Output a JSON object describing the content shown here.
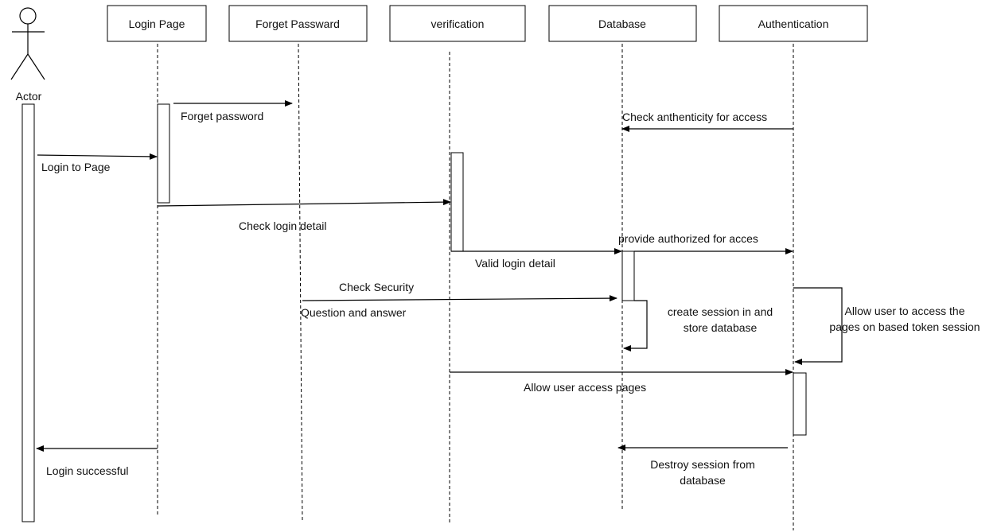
{
  "actor": {
    "label": "Actor"
  },
  "participants": [
    {
      "id": "login",
      "label": "Login Page"
    },
    {
      "id": "forget",
      "label": "Forget Passward"
    },
    {
      "id": "verify",
      "label": "verification"
    },
    {
      "id": "db",
      "label": "Database"
    },
    {
      "id": "auth",
      "label": "Authentication"
    }
  ],
  "messages": [
    {
      "id": "forget-password",
      "label": "Forget password"
    },
    {
      "id": "check-authenticity",
      "label": "Check anthenticity for access"
    },
    {
      "id": "login-to-page",
      "label": "Login to Page"
    },
    {
      "id": "check-login-detail",
      "label": "Check login detail"
    },
    {
      "id": "provide-authorized",
      "label": "provide authorized for acces"
    },
    {
      "id": "valid-login-detail",
      "label": "Valid login detail"
    },
    {
      "id": "check-security",
      "label": "Check Security"
    },
    {
      "id": "question-answer",
      "label": "Question and answer"
    },
    {
      "id": "create-session-1",
      "label": "create session in and"
    },
    {
      "id": "create-session-2",
      "label": "store database"
    },
    {
      "id": "allow-user-access-1",
      "label": "Allow user to access the"
    },
    {
      "id": "allow-user-access-2",
      "label": "pages on based token session"
    },
    {
      "id": "allow-user-pages",
      "label": "Allow user access pages"
    },
    {
      "id": "login-successful",
      "label": "Login successful"
    },
    {
      "id": "destroy-session-1",
      "label": "Destroy session from"
    },
    {
      "id": "destroy-session-2",
      "label": "database"
    }
  ]
}
